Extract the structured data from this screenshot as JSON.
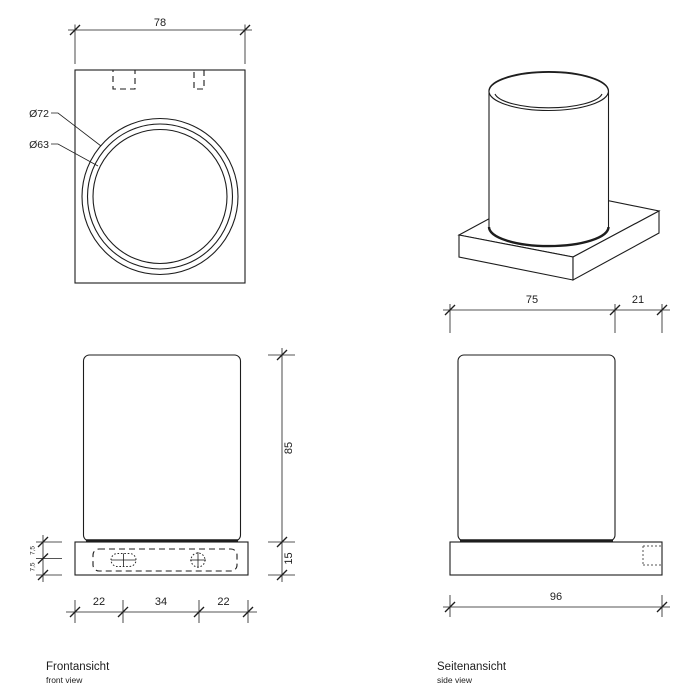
{
  "meta": {
    "background_color": "#ffffff",
    "line_color": "#1d1d1d",
    "drawing_type": "technical drawing, tumbler holder with base plate, 4 views"
  },
  "top_view": {
    "width_dim": "78",
    "outer_diameter_label": "Ø72",
    "inner_diameter_label": "Ø63"
  },
  "front_view": {
    "title": "Frontansicht",
    "subtitle": "front view",
    "cup_height_dim": "85",
    "base_height_dim": "15",
    "base_upper_half_dim": "7,5",
    "base_lower_half_dim": "7,5",
    "bottom_dims": [
      "22",
      "34",
      "22"
    ]
  },
  "side_view": {
    "title": "Seitenansicht",
    "subtitle": "side view",
    "depth_dim": "75",
    "overhang_dim": "21",
    "base_depth_dim": "96"
  }
}
